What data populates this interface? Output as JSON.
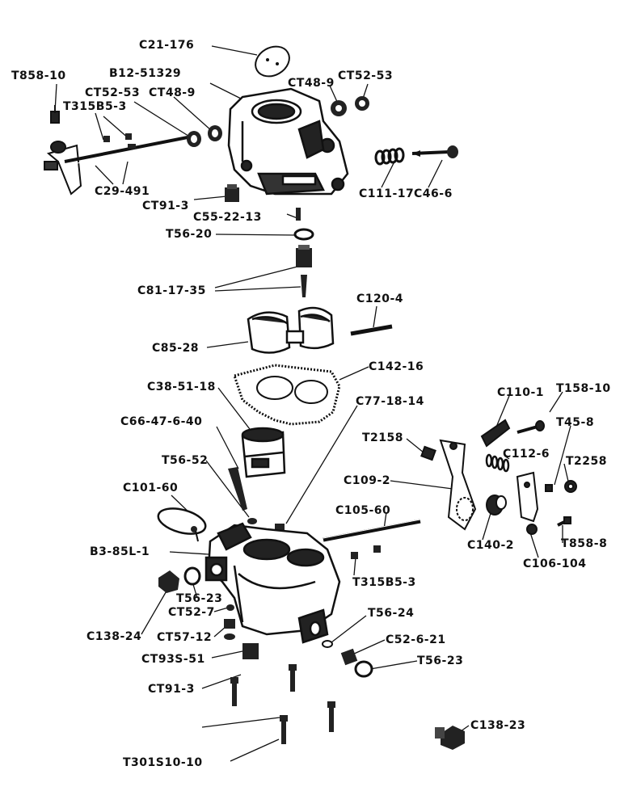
{
  "labels": {
    "C21_176": "C21-176",
    "T858_10": "T858-10",
    "B12_51329": "B12-51329",
    "CT48_9_a": "CT48-9",
    "CT52_53_a": "CT52-53",
    "CT52_53_b": "CT52-53",
    "T315B5_3_a": "T315B5-3",
    "CT48_9_b": "CT48-9",
    "C29_491": "C29-491",
    "CT91_3_a": "CT91-3",
    "C111_17": "C111-17",
    "C46_6": "C46-6",
    "C55_22_13": "C55-22-13",
    "T56_20": "T56-20",
    "C81_17_35": "C81-17-35",
    "C120_4": "C120-4",
    "C85_28": "C85-28",
    "C142_16": "C142-16",
    "C38_51_18": "C38-51-18",
    "C77_18_14": "C77-18-14",
    "C110_1": "C110-1",
    "T158_10": "T158-10",
    "C66_47_6_40": "C66-47-6-40",
    "T45_8": "T45-8",
    "T2158": "T2158",
    "C112_6": "C112-6",
    "T2258": "T2258",
    "T56_52": "T56-52",
    "C109_2": "C109-2",
    "C101_60": "C101-60",
    "C105_60": "C105-60",
    "C140_2": "C140-2",
    "B3_85L_1": "B3-85L-1",
    "T858_8": "T858-8",
    "C106_104": "C106-104",
    "T315B5_3_b": "T315B5-3",
    "T56_23_a": "T56-23",
    "CT52_7": "CT52-7",
    "T56_24": "T56-24",
    "C138_24": "C138-24",
    "CT57_12": "CT57-12",
    "C52_6_21": "C52-6-21",
    "CT93S_51": "CT93S-51",
    "T56_23_b": "T56-23",
    "CT91_3_b": "CT91-3",
    "C138_23": "C138-23",
    "T301S10_10": "T301S10-10"
  }
}
